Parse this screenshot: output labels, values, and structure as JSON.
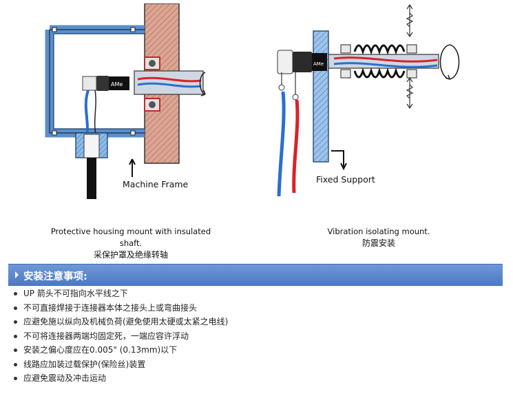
{
  "left_figure": {
    "label": "Machine Frame",
    "caption_en": "Protective housing mount with insulated shaft.",
    "caption_zh": "采保护罩及绝缘转轴"
  },
  "right_figure": {
    "label": "Fixed Support",
    "caption_en": "Vibration isolating mount.",
    "caption_zh": "防震安装"
  },
  "notes_section": {
    "title": "安装注意事项:",
    "items": [
      "UP 箭头不可指向水平线之下",
      "不可直接焊接于连接器本体之接头上或弯曲接头",
      "应避免施以纵向及机械负荷(避免使用太硬或太紧之电线)",
      "不可将连接器两端均固定死，一端应容许浮动",
      "安装之偏心度应在0.005\" (0.13mm)以下",
      "线路应加装过载保护(保险丝)装置",
      "应避免震动及冲击运动"
    ]
  },
  "colors": {
    "banner": "#5b86cc",
    "frame_wood": "#d8a08c",
    "housing_blue": "#6fa7e0",
    "wire_red": "#d8232a",
    "wire_blue": "#2a6fd0"
  }
}
